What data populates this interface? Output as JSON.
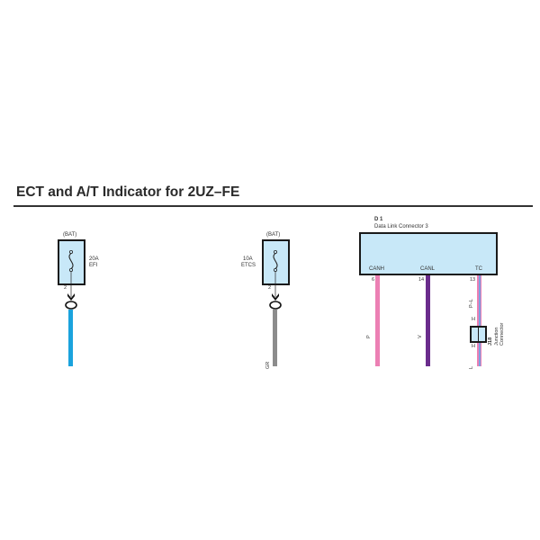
{
  "title": "ECT and A/T Indicator for 2UZ–FE",
  "fuses": [
    {
      "source": "(BAT)",
      "rating": "20A",
      "name": "EFI",
      "pin_top": "2",
      "pin_junction": "2",
      "wire_color": "#1aa3dd",
      "wire_label": ""
    },
    {
      "source": "(BAT)",
      "rating": "10A",
      "name": "ETCS",
      "pin_top": "2",
      "pin_junction": "2",
      "wire_color": "#8c8c8c",
      "wire_label": "GR"
    }
  ],
  "dlc": {
    "id": "D 1",
    "name": "Data Link Connector 3",
    "pins": [
      {
        "label": "CANH",
        "number": "6",
        "wire_label": "P",
        "wire_color": "#ec80b4"
      },
      {
        "label": "CANL",
        "number": "14",
        "wire_label": "V",
        "wire_color": "#6a2c8c"
      },
      {
        "label": "TC",
        "number": "13",
        "wire_label_top": "P–L",
        "wire_label_bottom": "L",
        "wire_color": "#ec80b4",
        "stripe_color": "#7ea0e0"
      }
    ]
  },
  "junction": {
    "id": "J18",
    "name_line1": "Junction",
    "name_line2": "Connector",
    "pin_top": "H",
    "pin_bottom": "H"
  },
  "colors": {
    "box_fill": "#c8e8f8",
    "outline": "#1a1a1a"
  }
}
